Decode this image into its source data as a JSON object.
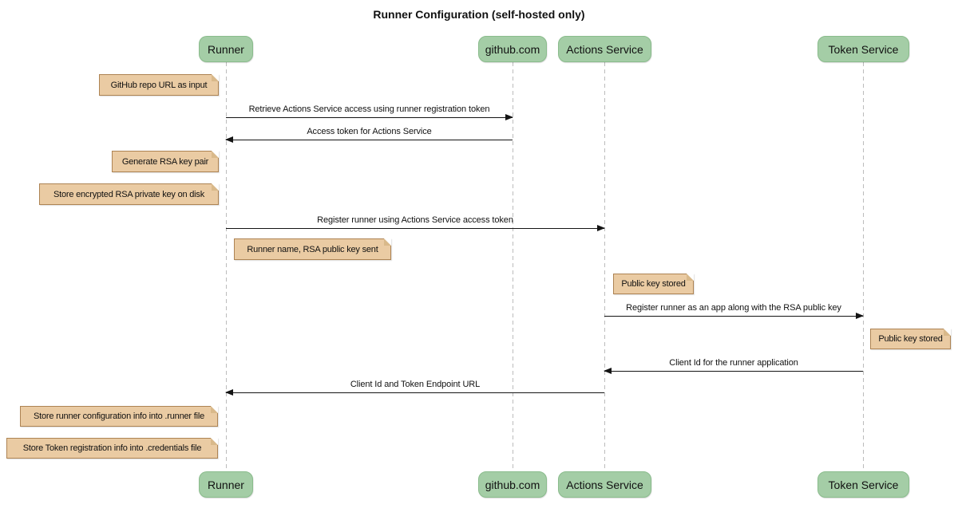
{
  "title": "Runner Configuration (self-hosted only)",
  "colors": {
    "participant_fill": "#a4cda6",
    "participant_border": "#8abc8c",
    "note_fill": "#eacba3",
    "note_border": "#ad8353",
    "note_fold": "#d9b98a",
    "lifeline": "#bcbcbc",
    "arrow": "#141414",
    "text": "#111111",
    "bg": "#ffffff"
  },
  "participants": [
    {
      "id": "runner",
      "label": "Runner"
    },
    {
      "id": "github",
      "label": "github.com"
    },
    {
      "id": "actions-service",
      "label": "Actions Service"
    },
    {
      "id": "token-service",
      "label": "Token Service"
    }
  ],
  "notes": [
    {
      "text": "GitHub repo URL as input",
      "participant": "runner",
      "side": "left"
    },
    {
      "text": "Generate RSA key pair",
      "participant": "runner",
      "side": "left"
    },
    {
      "text": "Store encrypted RSA private key on disk",
      "participant": "runner",
      "side": "left"
    },
    {
      "text": "Runner name, RSA public key sent",
      "participant": "runner",
      "side": "right"
    },
    {
      "text": "Public key stored",
      "participant": "actions-service",
      "side": "right"
    },
    {
      "text": "Public key stored",
      "participant": "token-service",
      "side": "right"
    },
    {
      "text": "Store runner configuration info into .runner file",
      "participant": "runner",
      "side": "left"
    },
    {
      "text": "Store Token registration info into .credentials file",
      "participant": "runner",
      "side": "left"
    }
  ],
  "messages": [
    {
      "text": "Retrieve Actions Service access using runner registration token",
      "from": "runner",
      "to": "github",
      "direction": "right"
    },
    {
      "text": "Access token for Actions Service",
      "from": "github",
      "to": "runner",
      "direction": "left"
    },
    {
      "text": "Register runner using Actions Service access token",
      "from": "runner",
      "to": "actions-service",
      "direction": "right"
    },
    {
      "text": "Register runner as an app along with the RSA public key",
      "from": "actions-service",
      "to": "token-service",
      "direction": "right"
    },
    {
      "text": "Client Id for the runner application",
      "from": "token-service",
      "to": "actions-service",
      "direction": "left"
    },
    {
      "text": "Client Id and Token Endpoint URL",
      "from": "actions-service",
      "to": "runner",
      "direction": "left"
    }
  ]
}
